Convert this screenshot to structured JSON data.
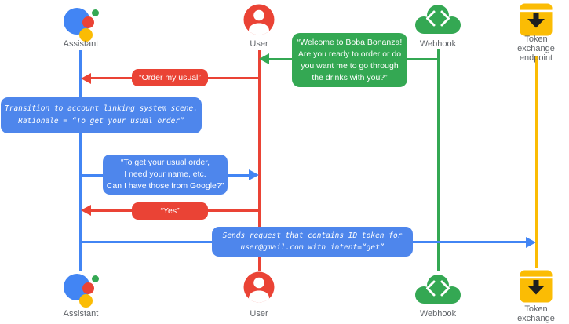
{
  "colors": {
    "assistant_blue": "#4285f4",
    "bubble_blue": "#4e86ec",
    "user_red": "#ea4335",
    "webhook_green": "#34a853",
    "token_yellow": "#fbbc04",
    "label_gray": "#5f6368"
  },
  "actors": [
    {
      "id": "assistant",
      "label": "Assistant",
      "icon": "google-assistant-logo"
    },
    {
      "id": "user",
      "label": "User",
      "icon": "person-in-circle"
    },
    {
      "id": "webhook",
      "label": "Webhook",
      "icon": "code-cloud"
    },
    {
      "id": "token-exchange-endpoint",
      "label": "Token exchange\nendpoint",
      "icon": "download-tray"
    }
  ],
  "messages": [
    {
      "id": "welcome",
      "from": "webhook",
      "to": "user",
      "text": "“Welcome to Boba Bonanza!\nAre you ready to order or do\nyou want me to go through\nthe drinks with you?”"
    },
    {
      "id": "order-my-usual",
      "from": "user",
      "to": "assistant",
      "text": "“Order my usual”"
    },
    {
      "id": "transition-note",
      "type": "note",
      "on": "assistant",
      "text": "Transition to account linking system scene.\nRationale = “To get your usual order”"
    },
    {
      "id": "usual-order-prompt",
      "from": "assistant",
      "to": "user",
      "text": "“To get your usual order,\nI need your name, etc.\nCan I have those from Google?”"
    },
    {
      "id": "yes",
      "from": "user",
      "to": "assistant",
      "text": "“Yes”"
    },
    {
      "id": "id-token-request",
      "from": "assistant",
      "to": "token-exchange-endpoint",
      "text": "Sends request that contains ID token for\nuser@gmail.com with intent=“get”"
    }
  ]
}
